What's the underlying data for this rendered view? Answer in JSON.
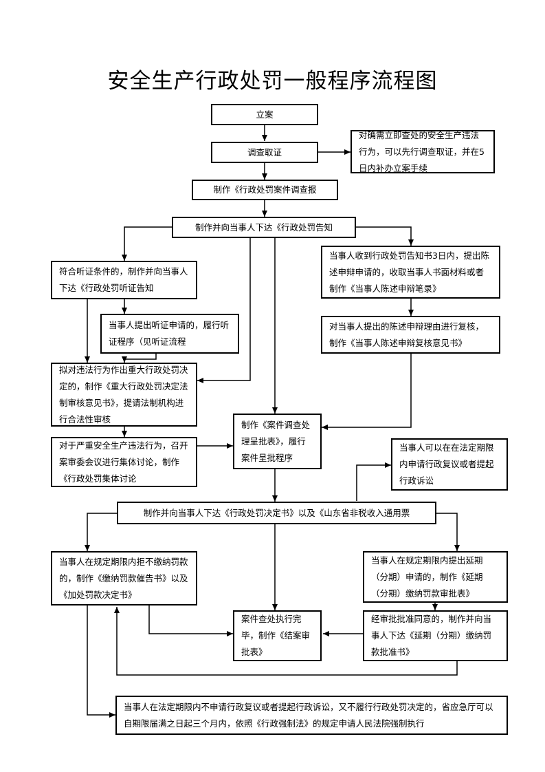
{
  "title": "安全生产行政处罚一般程序流程图",
  "nodes": {
    "n1": "立案",
    "n2": "调查取证",
    "n3": "对确需立即查处的安全生产违法行为，可以先行调查取证，并在5日内补办立案手续",
    "n4": "制作《行政处罚案件调查报",
    "n5": "制作并向当事人下达《行政处罚告知",
    "n6": "符合听证条件的，制作并向当事人下达《行政处罚听证告知",
    "n7": "当事人收到行政处罚告知书3日内，提出陈述申辩申请的，收取当事人书面材料或者制作《当事人陈述申辩笔录》",
    "n8": "当事人提出听证申请的，履行听证程序（见听证流程",
    "n9": "对当事人提出的陈述申辩理由进行复核，制作《当事人陈述申辩复核意见书》",
    "n10": "拟对违法行为作出重大行政处罚决定的，制作《重大行政处罚决定法制审核意见书》，提请法制机构进行合法性审核",
    "n11": "制作《案件调查处理呈批表》，履行案件呈批程序",
    "n12": "对于严重安全生产违法行为，召开案审委会议进行集体讨论，制作《行政处罚集体讨论",
    "n13": "当事人可以在在法定期限内申请行政复议或者提起行政诉讼",
    "n14": "制作并向当事人下达《行政处罚决定书》以及《山东省非税收入通用票",
    "n15": "当事人在规定期限内拒不缴纳罚款的，制作《缴纳罚款催告书》以及《加处罚款决定书》",
    "n16": "当事人在规定期限内提出延期（分期）申请的，制作《延期（分期）缴纳罚款审批表》",
    "n17": "案件查处执行完毕，制作《结案审批表》",
    "n18": "经审批批准同意的，制作并向当事人下达《延期（分期）缴纳罚款批准书》",
    "n19": "当事人在法定期限内不申请行政复议或者提起行政诉讼，又不履行行政处罚决定的，省应急厅可以自期限届满之日起三个月内，依照《行政强制法》的规定申请人民法院强制执行"
  }
}
